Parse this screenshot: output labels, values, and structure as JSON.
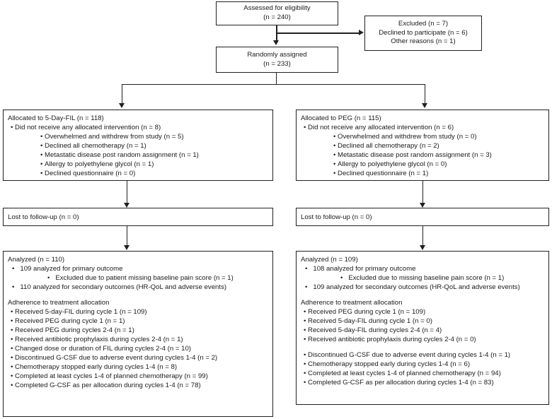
{
  "diagram": {
    "type": "consort-flow-diagram",
    "title": "CONSORT participant flow diagram",
    "line_color": "#231f20",
    "background": "#ffffff"
  },
  "enrollment": {
    "assessed": {
      "label": "Assessed for eligibility",
      "count": "(n = 240)"
    },
    "excluded": {
      "line1": "Excluded (n = 7)",
      "line2": "Declined to participate (n = 6)",
      "line3": "Other reasons (n = 1)"
    },
    "randomized": {
      "label": "Randomly assigned",
      "count": "(n =  233)"
    }
  },
  "allocation": {
    "left": {
      "heading": "Allocated to 5-Day-FIL (n = 118)",
      "bullet": "Did not receive any allocated intervention (n = 8)",
      "sub": [
        "Overwhelmed and withdrew from study (n = 5)",
        "Declined all chemotherapy (n = 1)",
        "Metastatic disease post random assignment (n = 1)",
        "Allergy to polyethylene glycol (n = 1)",
        "Declined questionnaire (n = 0)"
      ]
    },
    "right": {
      "heading": "Allocated to PEG (n = 115)",
      "bullet": "Did not receive any allocated intervention (n = 6)",
      "sub": [
        "Overwhelmed and withdrew from study (n = 0)",
        "Declined all chemotherapy (n = 2)",
        "Metastatic disease post random assignment (n = 3)",
        "Allergy to polyethylene glycol (n = 0)",
        "Declined questionnaire (n = 1)"
      ]
    }
  },
  "followup": {
    "left": {
      "label": "Lost to follow-up (n = 0)"
    },
    "right": {
      "label": "Lost to follow-up (n = 0)"
    }
  },
  "analysis": {
    "left": {
      "heading": "Analyzed (n = 110)",
      "primary": "109 analyzed for primary outcome",
      "primary_sub": "Excluded due to patient missing baseline pain score (n = 1)",
      "secondary": "110 analyzed for secondary outcomes (HR-QoL and adverse events)",
      "adherence_heading": "Adherence to treatment allocation",
      "adherence": [
        "Received 5-day-FIL during cycle 1 (n = 109)",
        "Received PEG during cycle 1 (n = 1)",
        "Received PEG during cycles 2-4 (n = 1)",
        "Received antibiotic prophylaxis during cycles 2-4 (n = 1)",
        "Changed dose or duration of FIL during cycles 2-4 (n = 10)",
        "Discontinued G-CSF due to adverse event during cycles 1-4 (n = 2)",
        "Chemotherapy stopped early during cycles 1-4 (n = 8)",
        "Completed at least cycles 1-4 of planned chemotherapy (n = 99)",
        "Completed G-CSF as per allocation during cycles 1-4  (n = 78)"
      ]
    },
    "right": {
      "heading": "Analyzed (n = 109)",
      "primary": "108 analyzed for primary outcome",
      "primary_sub": "Excluded due to missing baseline pain score (n = 1)",
      "secondary": "109 analyzed for secondary outcomes (HR-QoL and adverse events)",
      "adherence_heading": "Adherence to treatment allocation",
      "adherence_group1": [
        "Received PEG during cycle 1 (n = 109)",
        "Received 5-day-FIL during cycle 1 (n = 0)",
        "Received 5-day-FIL during cycles 2-4 (n = 4)",
        "Received antibiotic prophylaxis during cycles 2-4 (n = 0)"
      ],
      "adherence_group2": [
        "Discontinued G-CSF due to adverse event during cycles 1-4 (n = 1)",
        "Chemotherapy stopped early during cycles 1-4 (n = 6)",
        "Completed at least cycles 1-4 of planned chemotherapy (n = 94)",
        "Completed G-CSF as per allocation during cycles 1-4  (n = 83)"
      ]
    }
  }
}
